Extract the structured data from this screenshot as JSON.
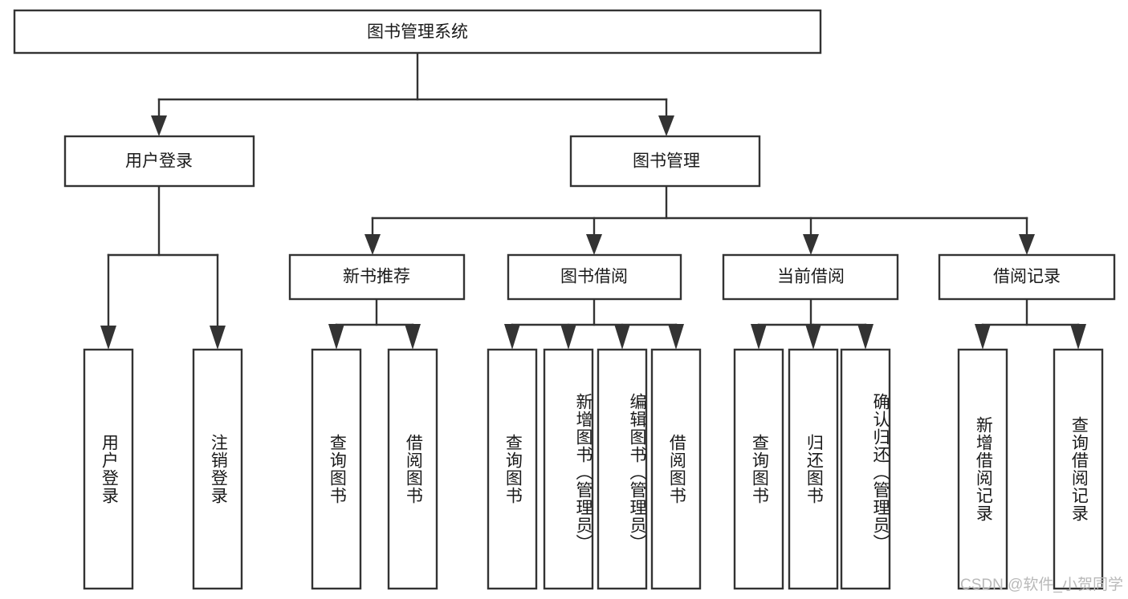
{
  "diagram": {
    "title": "图书管理系统",
    "type": "hierarchy-tree",
    "root": {
      "label": "图书管理系统"
    },
    "level2": [
      {
        "label": "用户登录"
      },
      {
        "label": "图书管理"
      }
    ],
    "level3": [
      {
        "label": "新书推荐"
      },
      {
        "label": "图书借阅"
      },
      {
        "label": "当前借阅"
      },
      {
        "label": "借阅记录"
      }
    ],
    "leaves": {
      "user_login": [
        {
          "label": "用户登录"
        },
        {
          "label": "注销登录"
        }
      ],
      "new_book_recommend": [
        {
          "label": "查询图书"
        },
        {
          "label": "借阅图书"
        }
      ],
      "book_borrow": [
        {
          "label": "查询图书"
        },
        {
          "label": "新增图书（管理员）"
        },
        {
          "label": "编辑图书（管理员）"
        },
        {
          "label": "借阅图书"
        }
      ],
      "current_borrow": [
        {
          "label": "查询图书"
        },
        {
          "label": "归还图书"
        },
        {
          "label": "确认归还（管理员）"
        }
      ],
      "borrow_record": [
        {
          "label": "新增借阅记录"
        },
        {
          "label": "查询借阅记录"
        }
      ]
    }
  },
  "watermark": {
    "text": "CSDN @软件_小贺同学"
  },
  "colors": {
    "stroke": "#333333",
    "box_fill": "#ffffff",
    "text": "#1a1a1a",
    "watermark": "#b9b9b9",
    "background": "#ffffff"
  }
}
